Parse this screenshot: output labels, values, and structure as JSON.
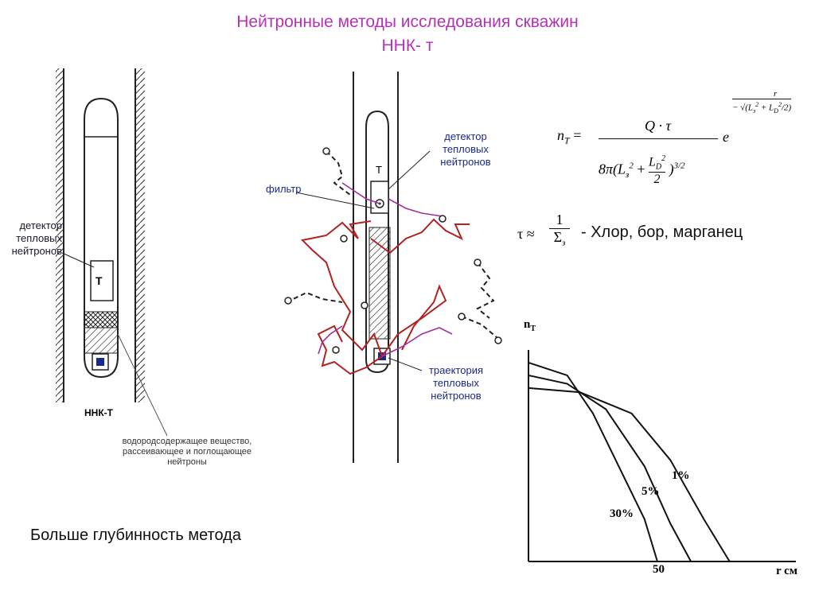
{
  "title": {
    "line1": "Нейтронные методы исследования скважин",
    "line2": "ННК- т"
  },
  "left_diagram": {
    "detector_label": [
      "детектор",
      "тепловых",
      "нейтронов"
    ],
    "detector_mark": "Т",
    "tool_label": "ННК-Т",
    "medium_label": [
      "водородсодержащее вещество,",
      "рассеивающее и поглощающее",
      "нейтроны"
    ]
  },
  "middle_diagram": {
    "detector_label": [
      "детектор",
      "тепловых",
      "нейтронов"
    ],
    "filter_label": "фильтр",
    "detector_mark": "Т",
    "trajectory_label": [
      "траектория",
      "тепловых",
      "нейтронов"
    ]
  },
  "formula": {
    "lhs": "n",
    "lhs_sub": "T",
    "numerator": "Q · τ",
    "denominator": "8π(L",
    "tau_approx": "τ ≈",
    "tau_num": "1",
    "tau_den": "Σ",
    "tau_den_sub": "з",
    "elements": "- Хлор, бор, марганец"
  },
  "chart_data": {
    "type": "line",
    "ylabel": "n",
    "ylabel_sub": "T",
    "xlabel": "r см",
    "x_ticks": [
      50
    ],
    "series": [
      {
        "name": "30%",
        "points": [
          [
            0,
            0.94
          ],
          [
            15,
            0.88
          ],
          [
            25,
            0.7
          ],
          [
            35,
            0.45
          ],
          [
            45,
            0.2
          ],
          [
            50,
            0.0
          ]
        ]
      },
      {
        "name": "5%",
        "points": [
          [
            0,
            0.88
          ],
          [
            15,
            0.84
          ],
          [
            30,
            0.72
          ],
          [
            45,
            0.45
          ],
          [
            55,
            0.18
          ],
          [
            63,
            0.0
          ]
        ]
      },
      {
        "name": "1%",
        "points": [
          [
            0,
            0.82
          ],
          [
            20,
            0.8
          ],
          [
            40,
            0.7
          ],
          [
            55,
            0.48
          ],
          [
            68,
            0.2
          ],
          [
            78,
            0.0
          ]
        ]
      }
    ]
  },
  "conclusion": "Больше глубинность метода"
}
